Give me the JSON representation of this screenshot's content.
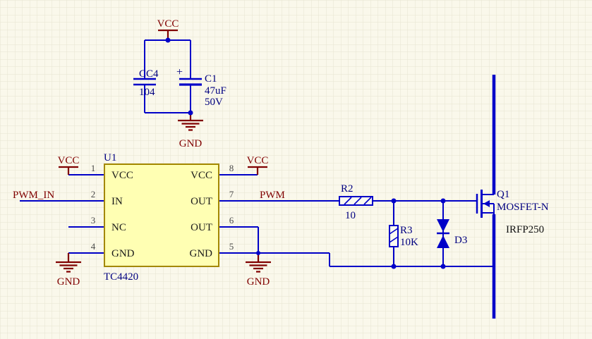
{
  "colors": {
    "wire_blue": "#0000C8",
    "power_maroon": "#800000",
    "component_navy": "#000080",
    "chip_fill": "#FFFFB3",
    "chip_border": "#A38800",
    "background": "#FAF8EB",
    "grid_line": "#E7E4D0",
    "part_text_dark": "#101010"
  },
  "power_ports": [
    {
      "id": "vcc-top",
      "label": "VCC"
    },
    {
      "id": "vcc-u1-left",
      "label": "VCC"
    },
    {
      "id": "vcc-u1-right",
      "label": "VCC"
    },
    {
      "id": "gnd-caps",
      "label": "GND"
    },
    {
      "id": "gnd-u1-left",
      "label": "GND"
    },
    {
      "id": "gnd-u1-right",
      "label": "GND"
    }
  ],
  "net_labels": {
    "pwm_in": "PWM_IN",
    "pwm": "PWM"
  },
  "chip": {
    "designator": "U1",
    "part": "TC4420",
    "left_pins": [
      {
        "number": "1",
        "name": "VCC"
      },
      {
        "number": "2",
        "name": "IN"
      },
      {
        "number": "3",
        "name": "NC"
      },
      {
        "number": "4",
        "name": "GND"
      }
    ],
    "right_pins": [
      {
        "number": "8",
        "name": "VCC"
      },
      {
        "number": "7",
        "name": "OUT"
      },
      {
        "number": "6",
        "name": "OUT"
      },
      {
        "number": "5",
        "name": "GND"
      }
    ]
  },
  "parts": {
    "cc4": {
      "ref": "CC4",
      "value": "104"
    },
    "c1": {
      "ref": "C1",
      "plus": "+",
      "value": "47uF",
      "rating": "50V"
    },
    "r2": {
      "ref": "R2",
      "value": "10"
    },
    "r3": {
      "ref": "R3",
      "value": "10K"
    },
    "d3": {
      "ref": "D3"
    },
    "q1": {
      "ref": "Q1",
      "type": "MOSFET-N",
      "part": "IRFP250"
    }
  }
}
